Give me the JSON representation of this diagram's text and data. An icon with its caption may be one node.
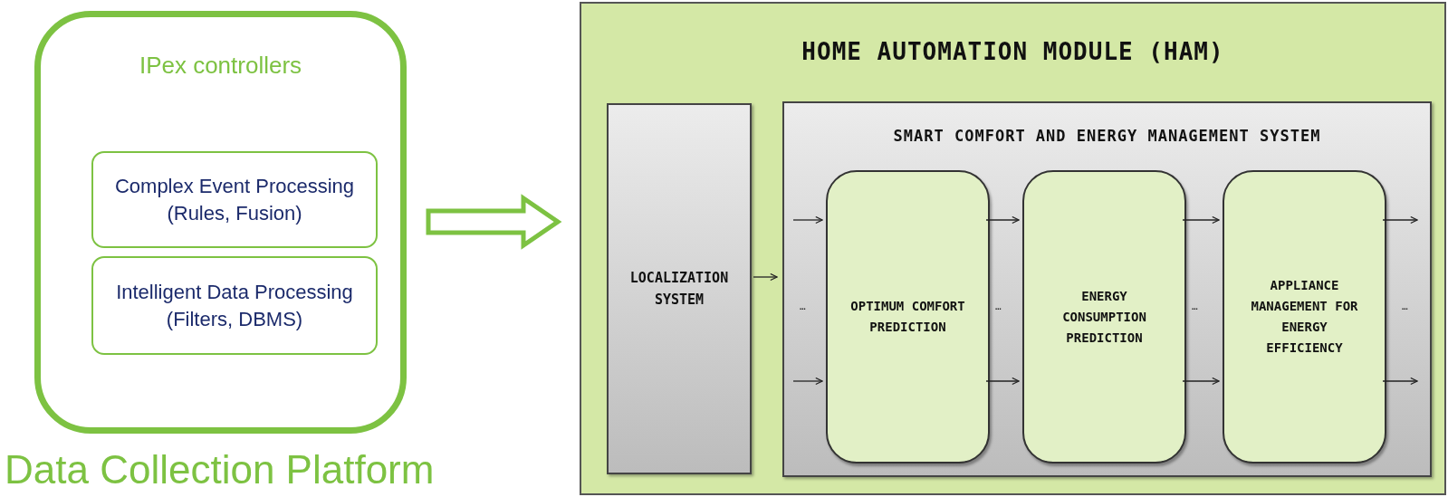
{
  "diagram": {
    "nodes": [
      {
        "text": [
          "IPex controllers",
          "Data Collection Platform"
        ]
      },
      {
        "text": [
          "Complex Event Processing (Rules, Fusion)"
        ],
        "in": 0
      },
      {
        "text": [
          "Intelligent Data Processing (Filters, DBMS)"
        ],
        "in": 0
      },
      {
        "text": [
          "HOME AUTOMATION MODULE (HAM)"
        ]
      },
      {
        "text": [
          "LOCALIZATION SYSTEM"
        ],
        "in": 3
      },
      {
        "text": [
          "SMART COMFORT AND ENERGY MANAGEMENT SYSTEM"
        ],
        "in": 3
      },
      {
        "text": [
          "OPTIMUM COMFORT PREDICTION"
        ],
        "in": 5
      },
      {
        "text": [
          "ENERGY CONSUMPTION PREDICTION"
        ],
        "in": 5
      },
      {
        "text": [
          "APPLIANCE MANAGEMENT FOR ENERGY EFFICIENCY"
        ],
        "in": 5
      }
    ],
    "edges": [
      {
        "from": 0,
        "to": 3,
        "arrow": "to",
        "style": "thick",
        "color": "#7dc242"
      },
      {
        "from": 4,
        "to": 5,
        "arrow": "to"
      },
      {
        "from": null,
        "to": 6,
        "arrow": "to"
      },
      {
        "from": null,
        "to": 6,
        "arrow": "to"
      },
      {
        "from": 6,
        "to": 7,
        "arrow": "to"
      },
      {
        "from": 6,
        "to": 7,
        "arrow": "to"
      },
      {
        "from": 7,
        "to": 8,
        "arrow": "to"
      },
      {
        "from": 7,
        "to": 8,
        "arrow": "to"
      },
      {
        "from": 8,
        "to": null,
        "arrow": "to"
      },
      {
        "from": 8,
        "to": null,
        "arrow": "to"
      }
    ],
    "labels": [
      "…",
      "…",
      "…",
      "…"
    ]
  }
}
